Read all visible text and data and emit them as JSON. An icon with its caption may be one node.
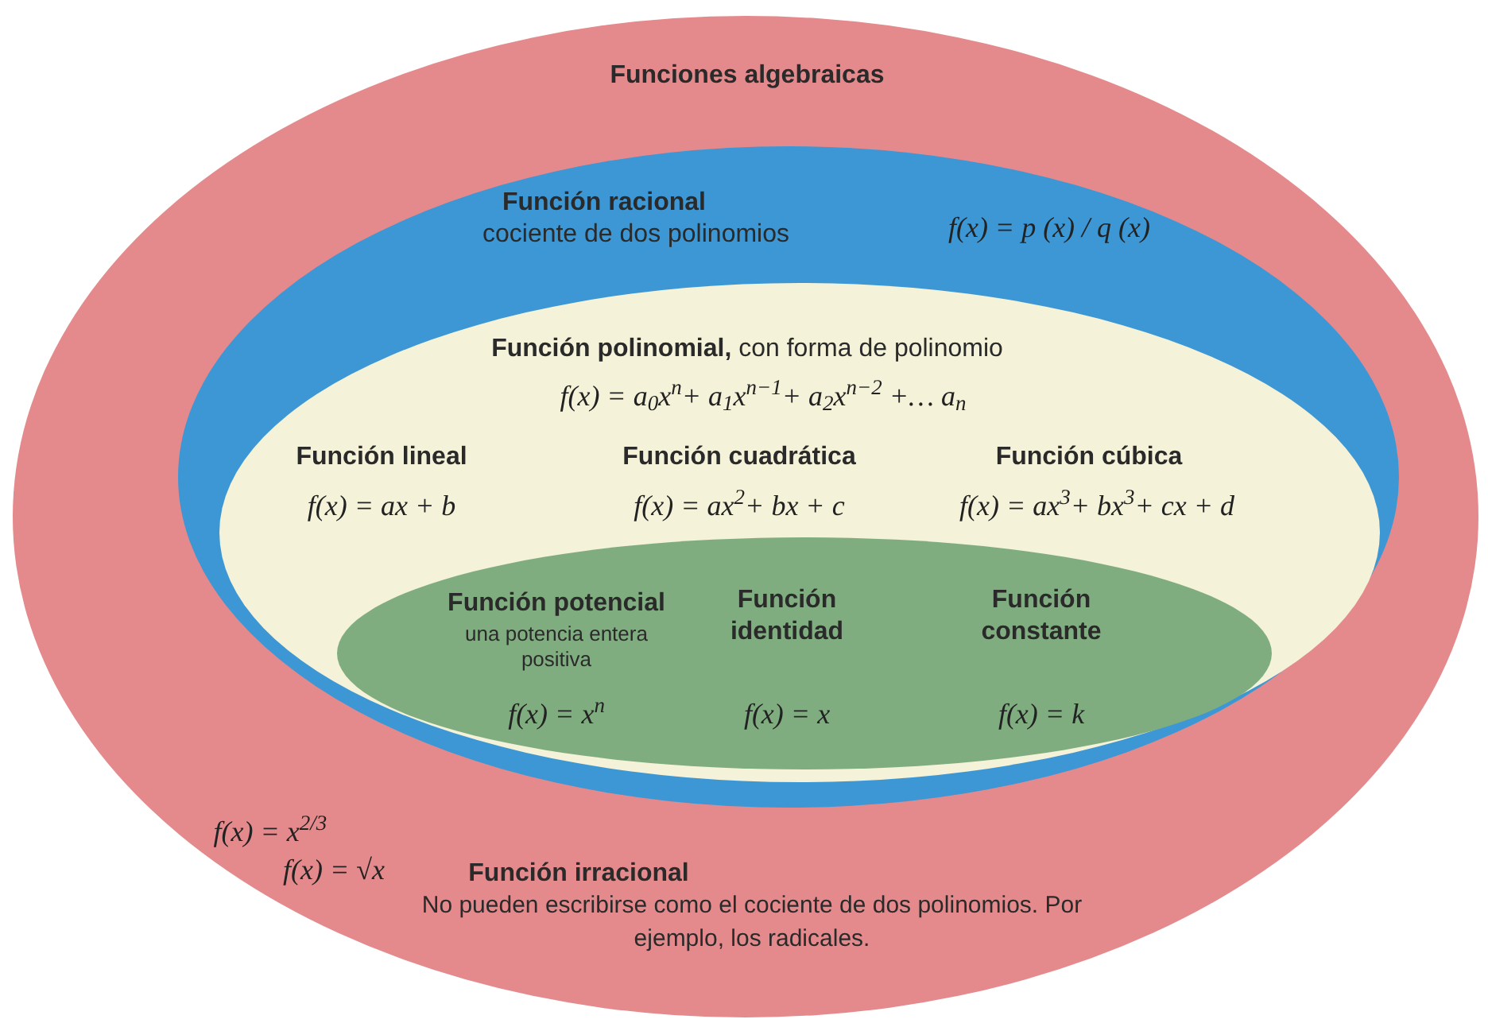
{
  "diagram": {
    "nodes": [
      {
        "text": [
          "Funciones algebraicas",
          "f(x) = x$^{2/3}$",
          "f(x) = √x",
          "Función irracional",
          "No pueden escribirse como el cociente de dos polinomios. Por ejemplo, los radicales."
        ]
      },
      {
        "text": [
          "Función racional",
          "cociente de dos polinomios",
          "f(x) = p (x) / q (x)"
        ],
        "in": 0
      },
      {
        "text": [
          "**Función polinomial,** con forma de polinomio",
          "f(x) = a$_{0}$x$^{n}$+ a$_{1}$x$^{n−1}$+ a$_{2}$x$^{n−2}$ +… a$_{n}$",
          "Función lineal",
          "f(x) = ax + b",
          "Función cuadrática",
          "f(x) = ax$^{2}$+ bx + c",
          "Función cúbica",
          "f(x) = ax$^{3}$+ bx$^{3}$+ cx + d"
        ],
        "in": 1
      },
      {
        "text": [
          "Función potencial",
          "una potencia entera positiva",
          "Función identidad",
          "Función constante",
          "f(x) = x$^{n}$",
          "f(x) = x",
          "f(x) = k"
        ],
        "in": 2
      }
    ]
  }
}
